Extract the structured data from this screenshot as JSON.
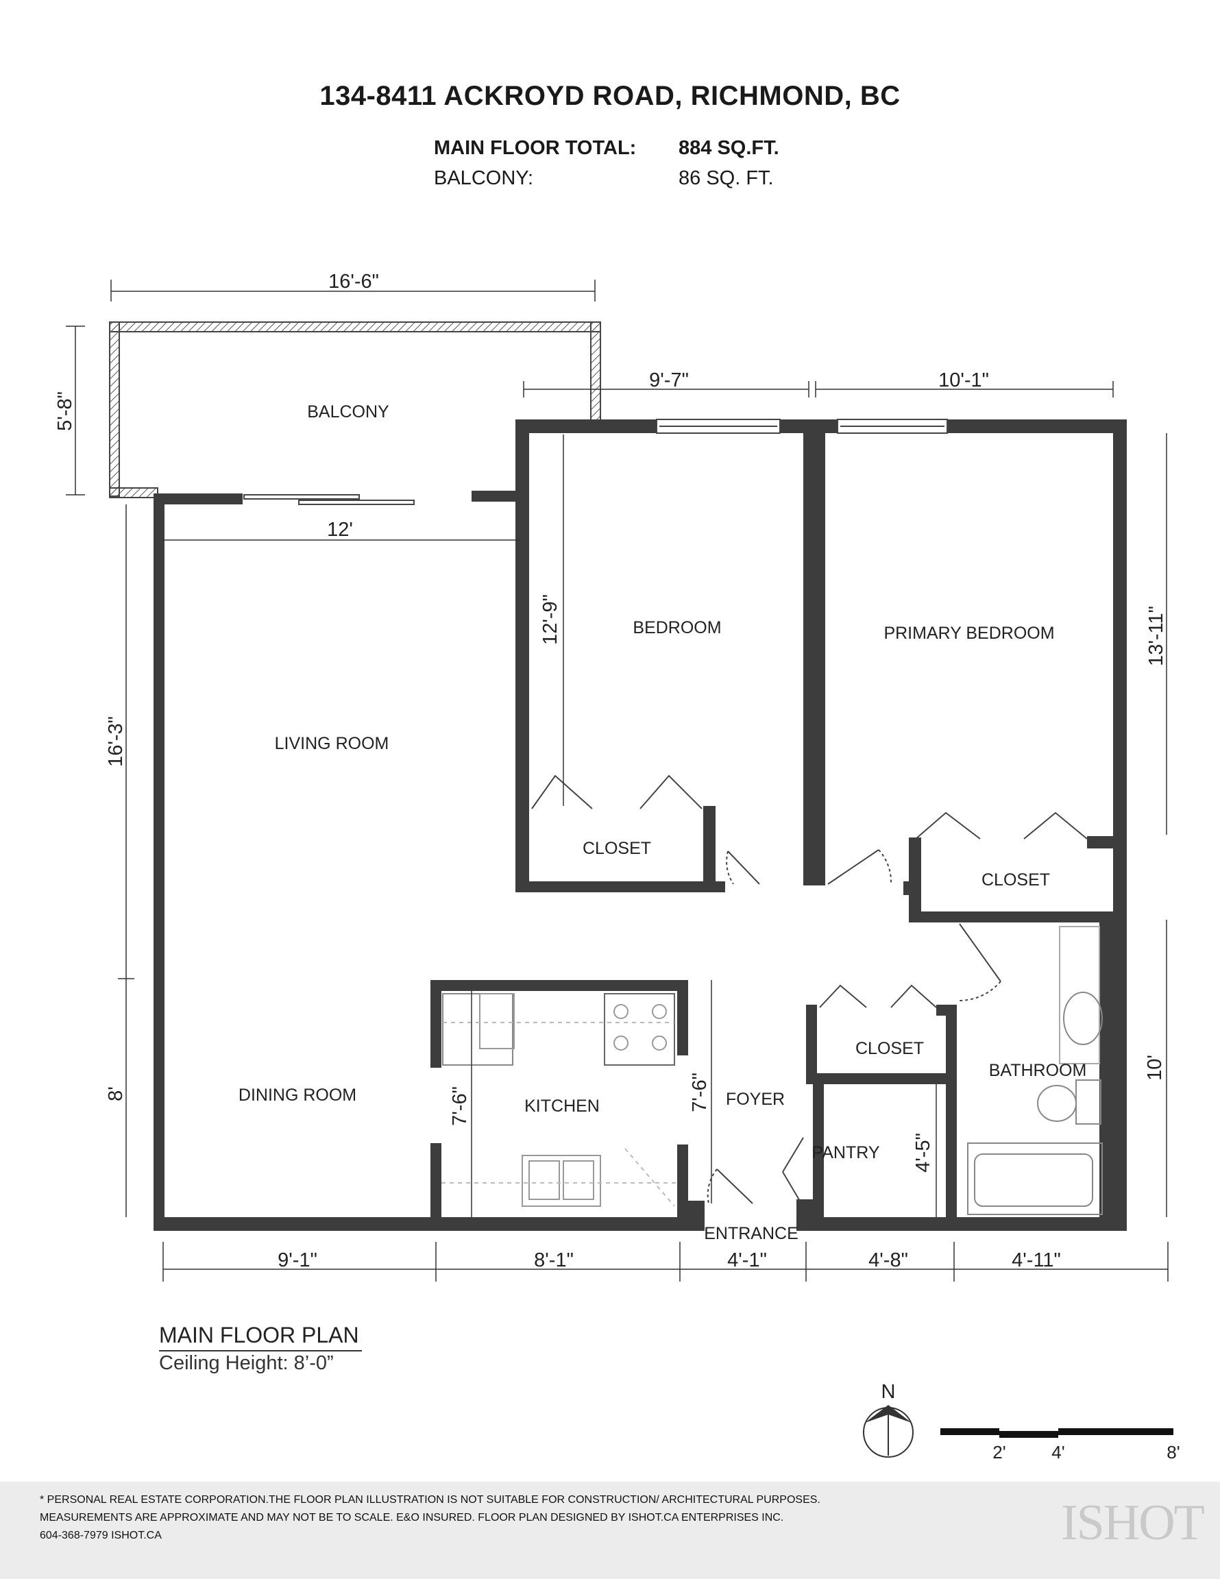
{
  "header": {
    "address": "134-8411 ACKROYD ROAD, RICHMOND, BC",
    "main_floor_label": "MAIN FLOOR TOTAL:",
    "main_floor_value": "884 SQ.FT.",
    "balcony_label": "BALCONY:",
    "balcony_value": "86 SQ. FT."
  },
  "rooms": {
    "balcony": "BALCONY",
    "living": "LIVING ROOM",
    "dining": "DINING ROOM",
    "bedroom": "BEDROOM",
    "primary": "PRIMARY BEDROOM",
    "closet": "CLOSET",
    "kitchen": "KITCHEN",
    "foyer": "FOYER",
    "pantry": "PANTRY",
    "bathroom": "BATHROOM",
    "entrance": "ENTRANCE"
  },
  "dimensions": {
    "balcony_width": "16'-6\"",
    "balcony_depth": "5'-8\"",
    "bedroom_width": "9'-7\"",
    "primary_width": "10'-1\"",
    "living_width": "12'",
    "bedroom_depth": "12'-9\"",
    "primary_depth": "13'-11\"",
    "living_depth": "16'-3\"",
    "dining_depth": "8'",
    "kitchen_depth": "7'-6\"",
    "kitchen_depth_2": "7'-6\"",
    "pantry_depth": "4'-5\"",
    "bathroom_depth": "10'",
    "bottom_1": "9'-1\"",
    "bottom_2": "8'-1\"",
    "bottom_3": "4'-1\"",
    "bottom_4": "4'-8\"",
    "bottom_5": "4'-11\""
  },
  "legend": {
    "plan_title": "MAIN FLOOR PLAN",
    "ceiling": "Ceiling Height: 8’-0”",
    "north": "N",
    "scale_2": "2'",
    "scale_4": "4'",
    "scale_8": "8'"
  },
  "footer": {
    "line1": "* PERSONAL REAL ESTATE CORPORATION.THE FLOOR PLAN ILLUSTRATION IS NOT SUITABLE FOR CONSTRUCTION/ ARCHITECTURAL PURPOSES.",
    "line2": "MEASUREMENTS ARE APPROXIMATE AND MAY NOT BE TO SCALE. E&O INSURED. FLOOR PLAN DESIGNED BY ISHOT.CA ENTERPRISES INC.",
    "line3": "604-368-7979  ISHOT.CA",
    "logo": "ISHOT"
  },
  "colors": {
    "wall": "#3d3d3d",
    "hatch": "#555555",
    "dim_line": "#333333",
    "footer_bg": "#ececec"
  }
}
